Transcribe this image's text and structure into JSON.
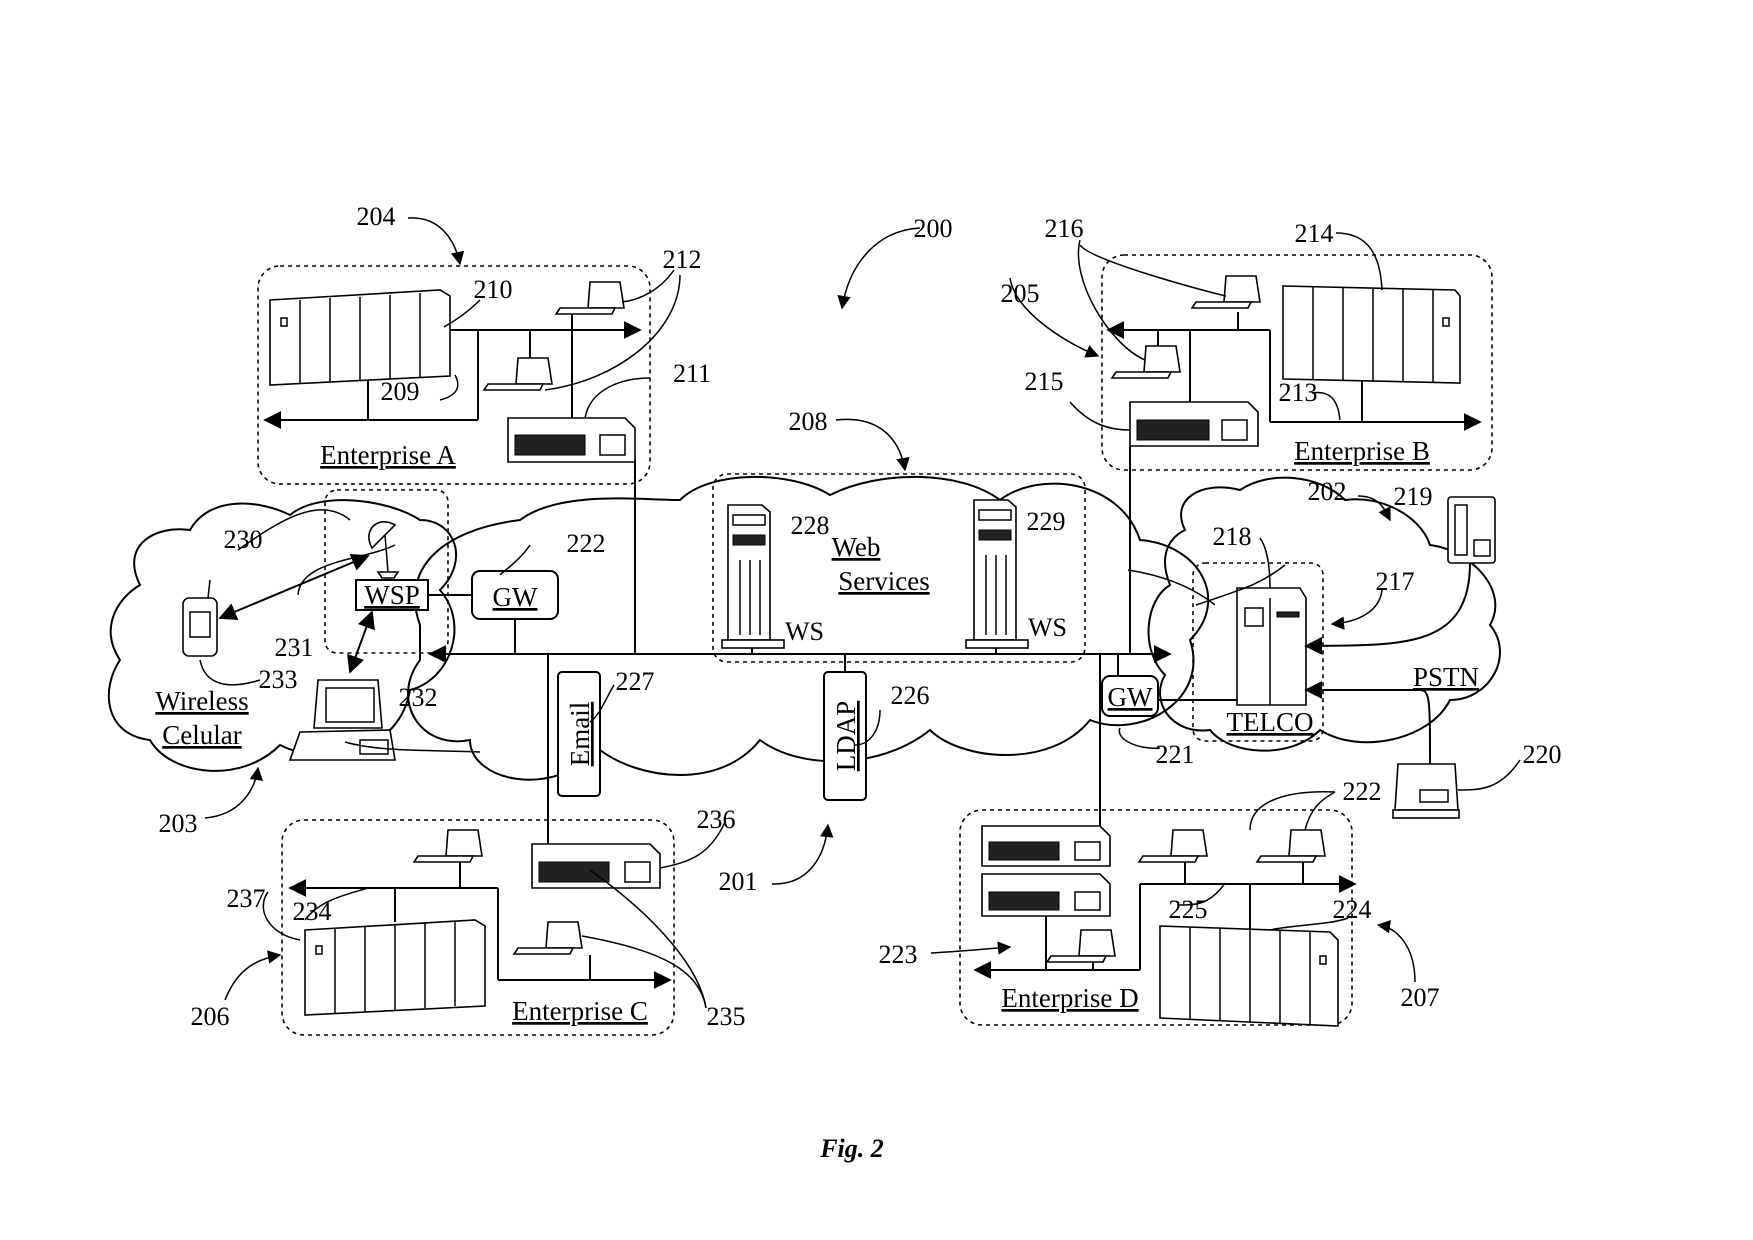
{
  "figure": {
    "caption": "Fig. 2"
  },
  "reference_numerals": {
    "n200": "200",
    "n201": "201",
    "n202": "202",
    "n203": "203",
    "n204": "204",
    "n205": "205",
    "n206": "206",
    "n207": "207",
    "n208": "208",
    "n209": "209",
    "n210": "210",
    "n211": "211",
    "n212": "212",
    "n213": "213",
    "n214": "214",
    "n215": "215",
    "n216": "216",
    "n217": "217",
    "n218": "218",
    "n219": "219",
    "n220": "220",
    "n221": "221",
    "n222a": "222",
    "n222b": "222",
    "n223": "223",
    "n224": "224",
    "n225": "225",
    "n226": "226",
    "n227": "227",
    "n228": "228",
    "n229": "229",
    "n230": "230",
    "n231": "231",
    "n232": "232",
    "n233": "233",
    "n234": "234",
    "n235": "235",
    "n236": "236",
    "n237": "237"
  },
  "labels": {
    "enterprise_a": "Enterprise A",
    "enterprise_b": "Enterprise B",
    "enterprise_c": "Enterprise C",
    "enterprise_d": "Enterprise D",
    "web": "Web",
    "services": "Services",
    "ws_left": "WS",
    "ws_right": "WS",
    "wsp": "WSP",
    "gw_left": "GW",
    "gw_right": "GW",
    "email": "Email",
    "ldap": "LDAP",
    "telco": "TELCO",
    "pstn": "PSTN",
    "wireless": "Wireless",
    "celular": "Celular"
  }
}
